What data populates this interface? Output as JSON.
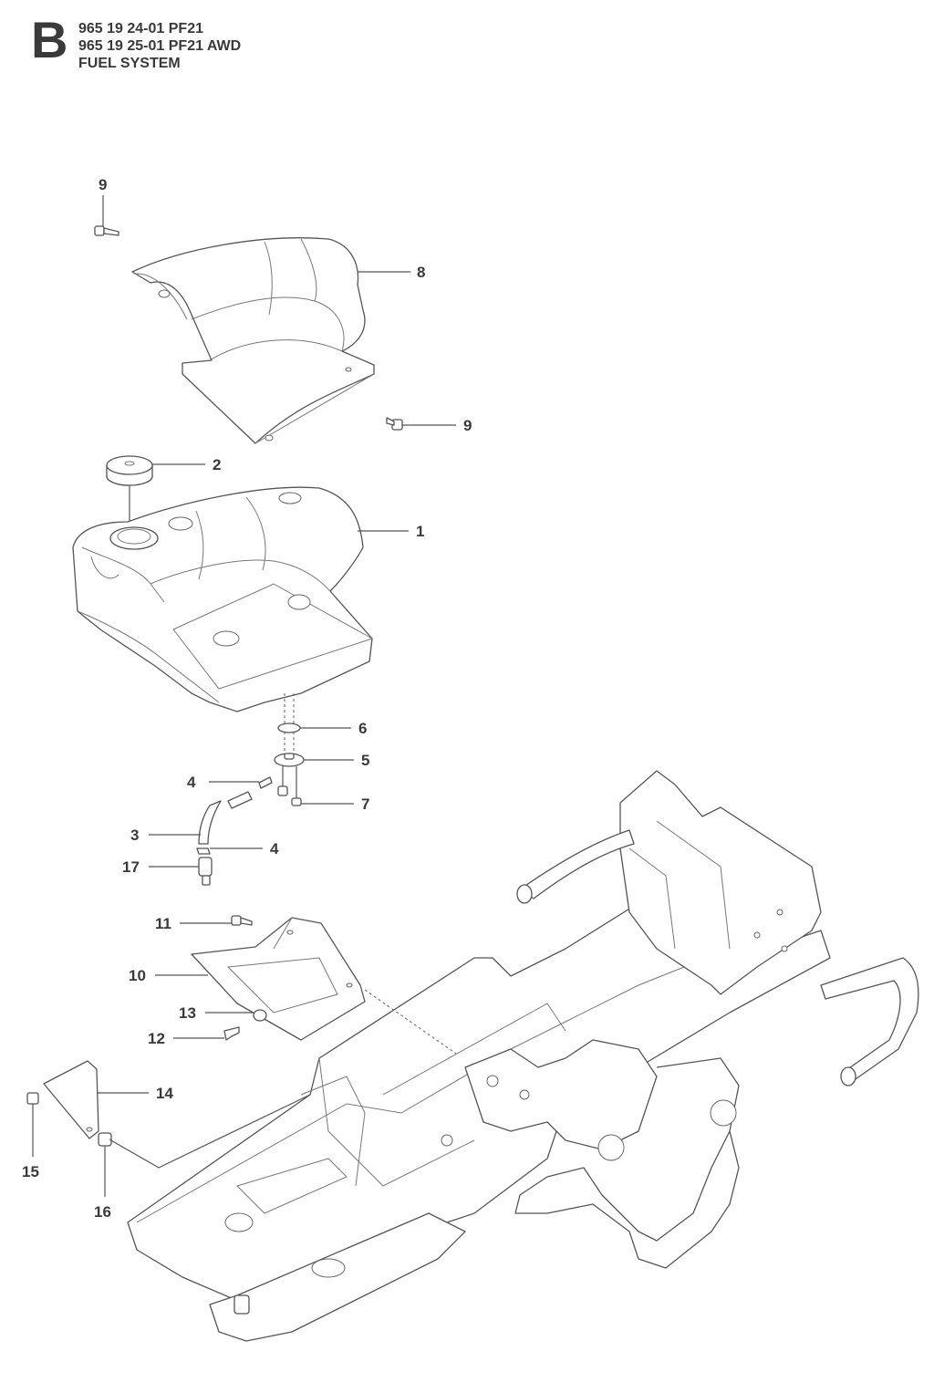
{
  "header": {
    "section_letter": "B",
    "lines": [
      "965 19 24-01 PF21",
      "965 19 25-01 PF21 AWD",
      "FUEL SYSTEM"
    ]
  },
  "callouts": [
    {
      "id": "c9a",
      "label": "9"
    },
    {
      "id": "c8",
      "label": "8"
    },
    {
      "id": "c9b",
      "label": "9"
    },
    {
      "id": "c2",
      "label": "2"
    },
    {
      "id": "c1",
      "label": "1"
    },
    {
      "id": "c6",
      "label": "6"
    },
    {
      "id": "c5",
      "label": "5"
    },
    {
      "id": "c4a",
      "label": "4"
    },
    {
      "id": "c7",
      "label": "7"
    },
    {
      "id": "c3",
      "label": "3"
    },
    {
      "id": "c4b",
      "label": "4"
    },
    {
      "id": "c17",
      "label": "17"
    },
    {
      "id": "c11",
      "label": "11"
    },
    {
      "id": "c10",
      "label": "10"
    },
    {
      "id": "c13",
      "label": "13"
    },
    {
      "id": "c12",
      "label": "12"
    },
    {
      "id": "c14",
      "label": "14"
    },
    {
      "id": "c15",
      "label": "15"
    },
    {
      "id": "c16",
      "label": "16"
    }
  ]
}
